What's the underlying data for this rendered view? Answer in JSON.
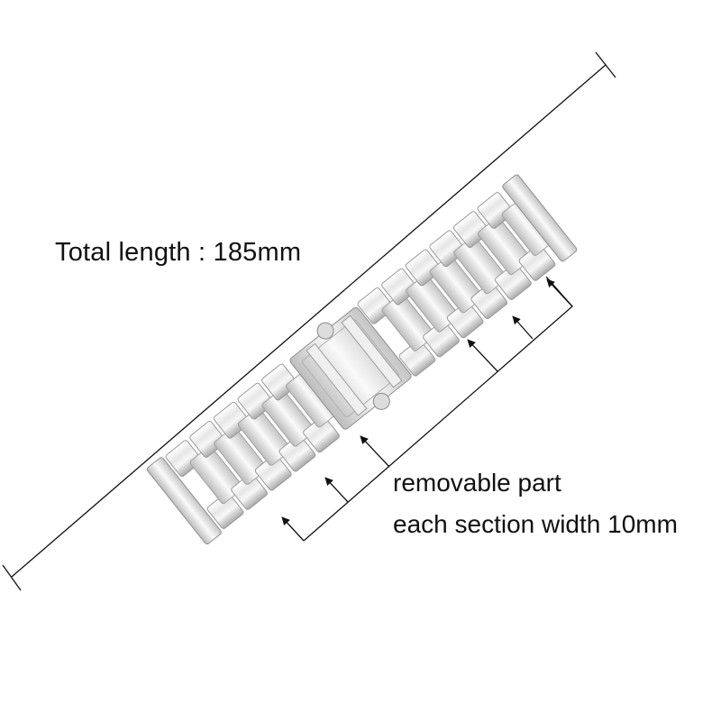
{
  "annotations": {
    "total_length": "Total length  :  185mm",
    "removable_part": "removable part",
    "section_width": "each section width  10mm"
  },
  "colors": {
    "steel_light": "#f4f4f4",
    "steel_mid": "#d3d3d3",
    "steel_dark": "#9a9a9a",
    "line": "#111111"
  }
}
